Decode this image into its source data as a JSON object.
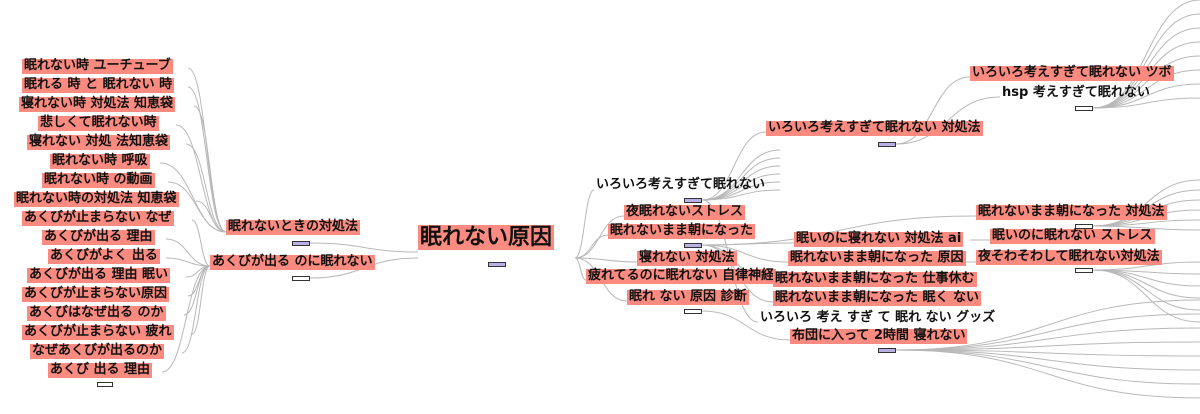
{
  "diagram": {
    "root": {
      "label": "眠れない原因"
    },
    "nodes": [
      {
        "id": "n_taisho",
        "label": "眠れないときの対処法"
      },
      {
        "id": "n_akubi",
        "label": "あくびが出る のに眠れない"
      },
      {
        "id": "n_iroiro",
        "label": "いろいろ考えすぎて眠れない"
      },
      {
        "id": "n_yoru",
        "label": "夜眠れないストレス"
      },
      {
        "id": "n_asa",
        "label": "眠れないまま朝になった"
      },
      {
        "id": "n_tsukare",
        "label": "疲れてるのに眠れない 自律神経"
      },
      {
        "id": "n_nerenai",
        "label": "寝れない 対処法"
      },
      {
        "id": "n_genin",
        "label": "眠れ ない 原因 診断"
      },
      {
        "id": "n_iroiro_t",
        "label": "いろいろ考えすぎて眠れない 対処法"
      },
      {
        "id": "n_iroiro_tsubo",
        "label": "いろいろ考えすぎて眠れない ツボ"
      },
      {
        "id": "n_hsp",
        "label": "hsp 考えすぎて眠れない"
      },
      {
        "id": "n_nemui_ai",
        "label": "眠いのに寝れない 対処法 ai"
      },
      {
        "id": "n_asa_genin",
        "label": "眠れないまま朝になった 原因"
      },
      {
        "id": "n_asa_shigoto",
        "label": "眠れないまま朝になった 仕事休む"
      },
      {
        "id": "n_asa_nemuku",
        "label": "眠れないまま朝になった 眠く ない"
      },
      {
        "id": "n_goods",
        "label": "いろいろ 考え すぎ て 眠れ ない グッズ"
      },
      {
        "id": "n_futon",
        "label": "布団に入って 2時間 寝れない"
      },
      {
        "id": "n_asa_t",
        "label": "眠れないまま朝になった 対処法"
      },
      {
        "id": "n_nemui_st",
        "label": "眠いのに眠れない ストレス"
      },
      {
        "id": "n_sowa",
        "label": "夜そわそわして眠れない対処法"
      }
    ],
    "left_group_a": [
      "眠れない時 ユーチューブ",
      "眠れる 時 と 眠れない 時",
      "寝れない時 対処法 知恵袋",
      "悲しくて眠れない時",
      "寝れない 対処 法知恵袋",
      "眠れない時 呼吸",
      "眠れない時 の動画",
      "眠れない時の対処法 知恵袋"
    ],
    "left_group_b": [
      "あくびが止まらない なぜ",
      "あくびが出る 理由",
      "あくびがよく 出る",
      "あくびが出る 理由 眠い",
      "あくびが止まらない原因",
      "あくびはなぜ出る のか",
      "あくびが止まらない 疲れ",
      "なぜあくびが出るのか",
      "あくび 出る 理由"
    ],
    "colors": {
      "highlight": "#fb8b80",
      "marker_fill": "#b9b0e6",
      "edge": "#b8b8b8",
      "text": "#111111"
    }
  }
}
